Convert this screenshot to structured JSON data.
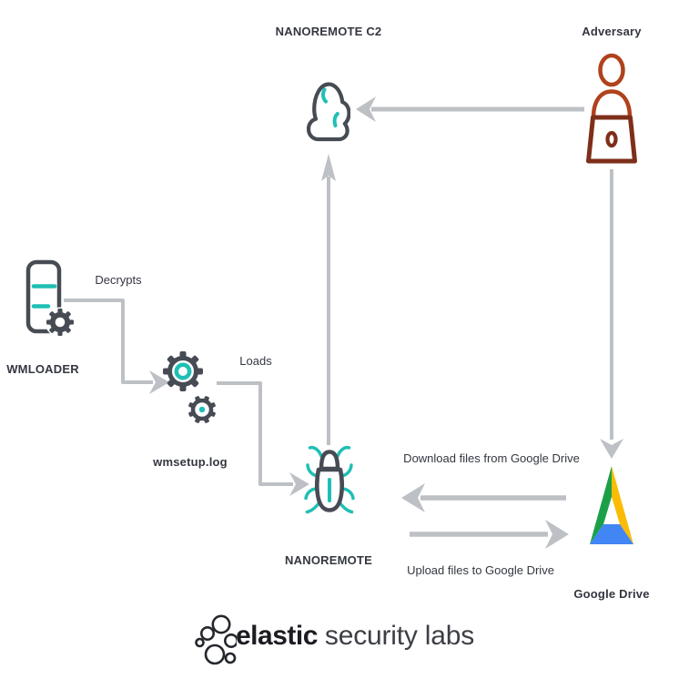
{
  "colors": {
    "teal": "#1fbfb4",
    "outline": "#474b54",
    "rust": "#b0421d",
    "rust_dark": "#7e2f19",
    "arrow": "#bdc0c4",
    "label_ink": "#343741",
    "drive_green": "#1BA049",
    "drive_yellow": "#FBBC05",
    "drive_blue": "#4285F4",
    "logo_ink": "#24272c"
  },
  "nodes": {
    "c2": {
      "label": "NANOREMOTE C2",
      "icon": "cloud-icon"
    },
    "adversary": {
      "label": "Adversary",
      "icon": "adversary-laptop-icon"
    },
    "wmloader": {
      "label": "WMLOADER",
      "icon": "document-gear-icon"
    },
    "wmsetup": {
      "label": "wmsetup.log",
      "icon": "gears-icon"
    },
    "nanoremote": {
      "label": "NANOREMOTE",
      "icon": "bug-icon"
    },
    "gdrive": {
      "label": "Google Drive",
      "icon": "google-drive-icon"
    }
  },
  "edges": {
    "decrypts": {
      "label": "Decrypts",
      "from": "wmloader",
      "to": "wmsetup"
    },
    "loads": {
      "label": "Loads",
      "from": "wmsetup",
      "to": "nanoremote"
    },
    "beacon": {
      "label": "",
      "from": "nanoremote",
      "to": "c2"
    },
    "control": {
      "label": "",
      "from": "adversary",
      "to": "c2"
    },
    "staging": {
      "label": "",
      "from": "adversary",
      "to": "gdrive"
    },
    "download": {
      "label": "Download files from Google Drive",
      "from": "gdrive",
      "to": "nanoremote"
    },
    "upload": {
      "label": "Upload files to Google Drive",
      "from": "nanoremote",
      "to": "gdrive"
    }
  },
  "footer": {
    "brand_bold": "elastic",
    "brand_rest": "security labs"
  }
}
